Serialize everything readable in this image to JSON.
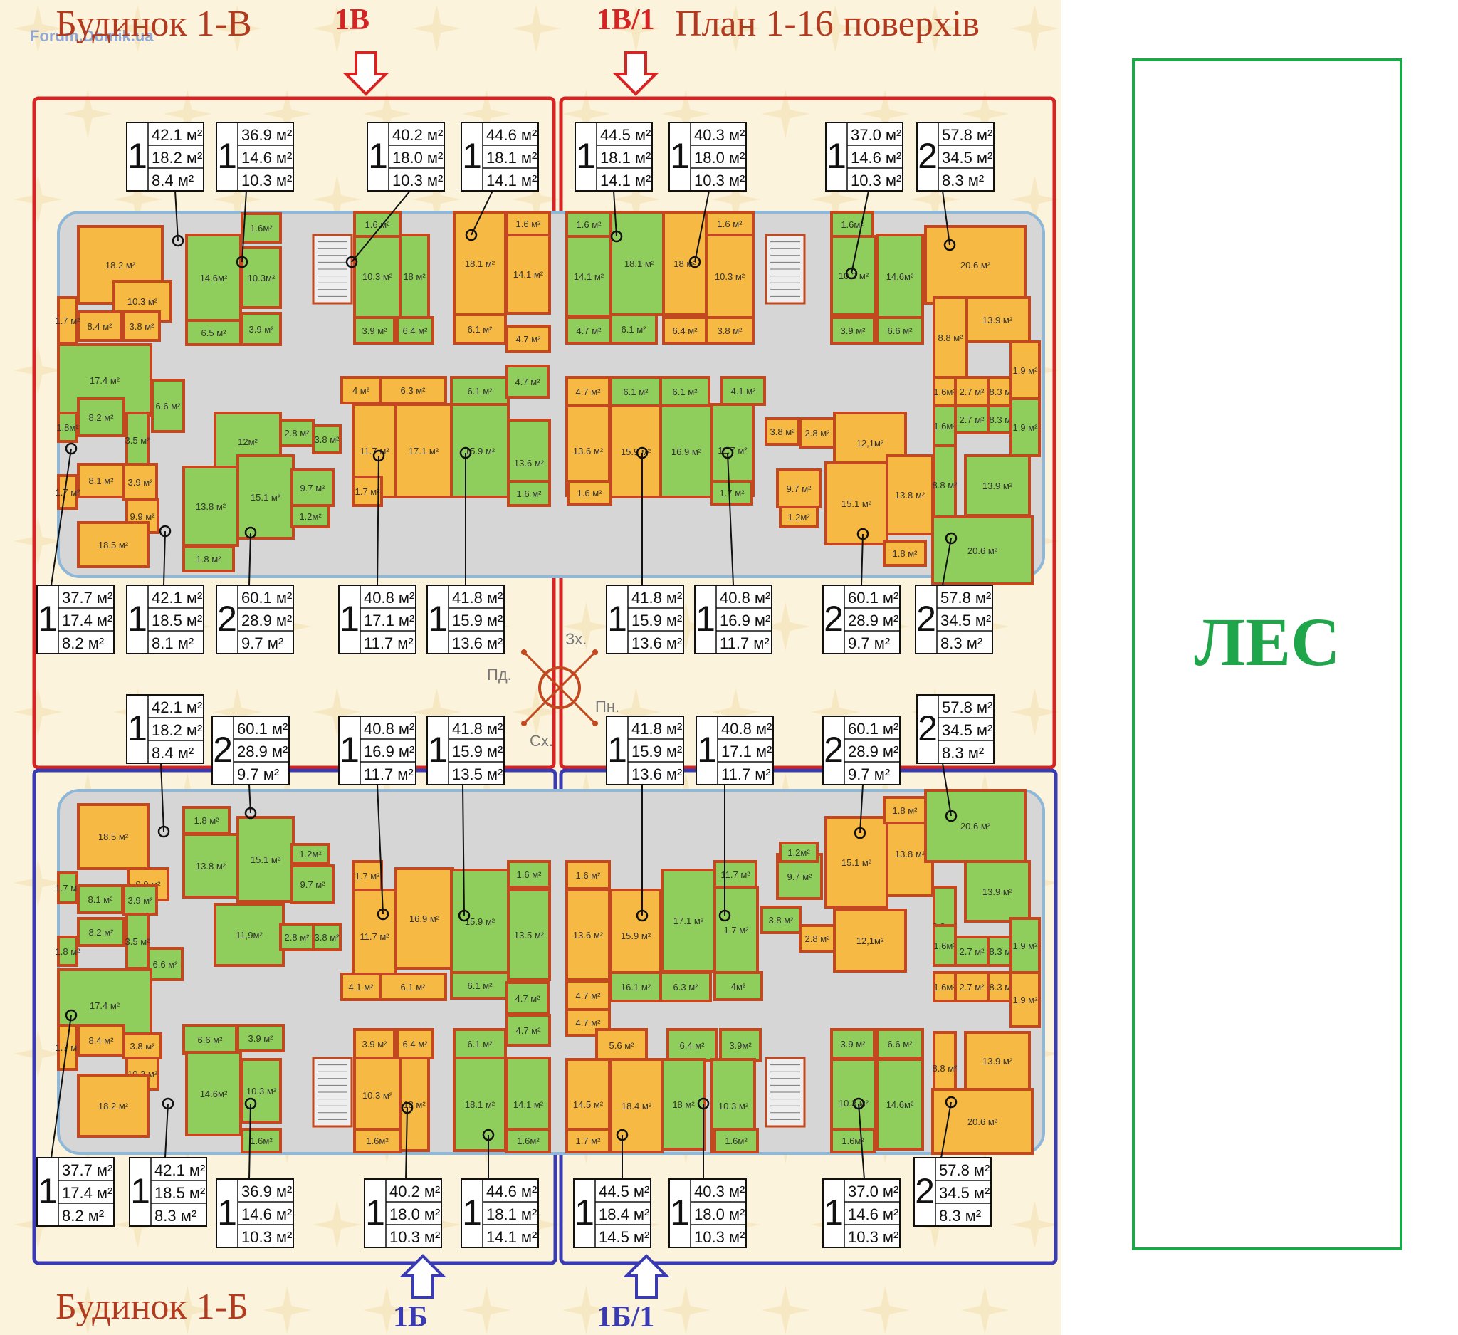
{
  "titles": {
    "building_v": "Будинок 1-В",
    "building_b": "Будинок 1-Б",
    "plan": "План 1-16 поверхів",
    "sec_1v": "1В",
    "sec_1v1": "1В/1",
    "sec_1b": "1Б",
    "sec_1b1": "1Б/1",
    "watermark": "Forum.Domik.ua"
  },
  "forest_label": "ЛЕС",
  "compass": {
    "north": "Пн.",
    "south": "Пд.",
    "east": "Сх.",
    "west": "Зх."
  },
  "colors": {
    "one_room": "#f6b943",
    "two_room": "#8fce5c",
    "wall": "#c1481f",
    "corridor": "#d6d6d6",
    "building_v_frame": "#d42424",
    "building_b_frame": "#3a3bb0",
    "forest": "#1fa64a",
    "title": "#b23a1f"
  },
  "apartments": [
    {
      "rooms": "1",
      "total": "42.1 м²",
      "living": "18.2 м²",
      "kitchen": "8.4 м²"
    },
    {
      "rooms": "1",
      "total": "36.9 м²",
      "living": "14.6 м²",
      "kitchen": "10.3 м²"
    },
    {
      "rooms": "1",
      "total": "40.2 м²",
      "living": "18.0 м²",
      "kitchen": "10.3 м²"
    },
    {
      "rooms": "1",
      "total": "44.6 м²",
      "living": "18.1 м²",
      "kitchen": "14.1 м²"
    },
    {
      "rooms": "1",
      "total": "44.5 м²",
      "living": "18.1 м²",
      "kitchen": "14.1 м²"
    },
    {
      "rooms": "1",
      "total": "40.3 м²",
      "living": "18.0 м²",
      "kitchen": "10.3 м²"
    },
    {
      "rooms": "1",
      "total": "37.0 м²",
      "living": "14.6 м²",
      "kitchen": "10.3 м²"
    },
    {
      "rooms": "2",
      "total": "57.8 м²",
      "living": "34.5 м²",
      "kitchen": "8.3 м²"
    },
    {
      "rooms": "1",
      "total": "37.7 м²",
      "living": "17.4 м²",
      "kitchen": "8.2 м²"
    },
    {
      "rooms": "1",
      "total": "42.1 м²",
      "living": "18.5 м²",
      "kitchen": "8.1 м²"
    },
    {
      "rooms": "2",
      "total": "60.1 м²",
      "living": "28.9 м²",
      "kitchen": "9.7 м²"
    },
    {
      "rooms": "1",
      "total": "40.8 м²",
      "living": "17.1 м²",
      "kitchen": "11.7 м²"
    },
    {
      "rooms": "1",
      "total": "41.8 м²",
      "living": "15.9 м²",
      "kitchen": "13.6 м²"
    },
    {
      "rooms": "1",
      "total": "41.8 м²",
      "living": "15.9 м²",
      "kitchen": "13.6 м²"
    },
    {
      "rooms": "1",
      "total": "40.8 м²",
      "living": "16.9 м²",
      "kitchen": "11.7 м²"
    },
    {
      "rooms": "2",
      "total": "60.1 м²",
      "living": "28.9 м²",
      "kitchen": "9.7 м²"
    },
    {
      "rooms": "2",
      "total": "57.8 м²",
      "living": "34.5 м²",
      "kitchen": "8.3 м²"
    },
    {
      "rooms": "1",
      "total": "42.1 м²",
      "living": "18.2 м²",
      "kitchen": "8.4 м²"
    },
    {
      "rooms": "2",
      "total": "60.1 м²",
      "living": "28.9 м²",
      "kitchen": "9.7 м²"
    },
    {
      "rooms": "1",
      "total": "40.8 м²",
      "living": "16.9 м²",
      "kitchen": "11.7 м²"
    },
    {
      "rooms": "1",
      "total": "41.8 м²",
      "living": "15.9 м²",
      "kitchen": "13.5 м²"
    },
    {
      "rooms": "1",
      "total": "41.8 м²",
      "living": "15.9 м²",
      "kitchen": "13.6 м²"
    },
    {
      "rooms": "1",
      "total": "40.8 м²",
      "living": "17.1 м²",
      "kitchen": "11.7 м²"
    },
    {
      "rooms": "2",
      "total": "60.1 м²",
      "living": "28.9 м²",
      "kitchen": "9.7 м²"
    },
    {
      "rooms": "2",
      "total": "57.8 м²",
      "living": "34.5 м²",
      "kitchen": "8.3 м²"
    },
    {
      "rooms": "1",
      "total": "37.7 м²",
      "living": "17.4 м²",
      "kitchen": "8.2 м²"
    },
    {
      "rooms": "1",
      "total": "42.1 м²",
      "living": "18.5 м²",
      "kitchen": "8.3 м²"
    },
    {
      "rooms": "1",
      "total": "36.9 м²",
      "living": "14.6 м²",
      "kitchen": "10.3 м²"
    },
    {
      "rooms": "1",
      "total": "40.2 м²",
      "living": "18.0 м²",
      "kitchen": "10.3 м²"
    },
    {
      "rooms": "1",
      "total": "44.6 м²",
      "living": "18.1 м²",
      "kitchen": "14.1 м²"
    },
    {
      "rooms": "1",
      "total": "44.5 м²",
      "living": "18.4 м²",
      "kitchen": "14.5 м²"
    },
    {
      "rooms": "1",
      "total": "40.3 м²",
      "living": "18.0 м²",
      "kitchen": "10.3 м²"
    },
    {
      "rooms": "1",
      "total": "37.0 м²",
      "living": "14.6 м²",
      "kitchen": "10.3 м²"
    },
    {
      "rooms": "2",
      "total": "57.8 м²",
      "living": "34.5 м²",
      "kitchen": "8.3 м²"
    }
  ],
  "rooms": [
    {
      "label": "18.2 м²"
    },
    {
      "label": "10.3 м²"
    },
    {
      "label": "8.4 м²"
    },
    {
      "label": "3.8 м²"
    },
    {
      "label": "1.7 м²"
    },
    {
      "label": "17.4 м²"
    },
    {
      "label": "6.6 м²"
    },
    {
      "label": "8.2 м²"
    },
    {
      "label": "1.8м²"
    },
    {
      "label": "3.5 м²"
    },
    {
      "label": "8.1 м²"
    },
    {
      "label": "3.9 м²"
    },
    {
      "label": "1.7 м²"
    },
    {
      "label": "9.9 м²"
    },
    {
      "label": "18.5 м²"
    },
    {
      "label": "14.6м²"
    },
    {
      "label": "10.3м²"
    },
    {
      "label": "1.6м²"
    },
    {
      "label": "6.5 м²"
    },
    {
      "label": "3.9 м²"
    },
    {
      "label": "10.3 м²"
    },
    {
      "label": "18 м²"
    },
    {
      "label": "1.6 м²"
    },
    {
      "label": "3.9 м²"
    },
    {
      "label": "6.4 м²"
    },
    {
      "label": "18.1 м²"
    },
    {
      "label": "14.1 м²"
    },
    {
      "label": "1.6 м²"
    },
    {
      "label": "6.1 м²"
    },
    {
      "label": "4.7 м²"
    },
    {
      "label": "12м²"
    },
    {
      "label": "2.8 м²"
    },
    {
      "label": "3.8 м²"
    },
    {
      "label": "13.8 м²"
    },
    {
      "label": "15.1 м²"
    },
    {
      "label": "9.7 м²"
    },
    {
      "label": "1.2м²"
    },
    {
      "label": "1.8 м²"
    },
    {
      "label": "4 м²"
    },
    {
      "label": "6.3 м²"
    },
    {
      "label": "11.7 м²"
    },
    {
      "label": "17.1 м²"
    },
    {
      "label": "1.7 м²"
    },
    {
      "label": "6.1 м²"
    },
    {
      "label": "4.7 м²"
    },
    {
      "label": "15.9 м²"
    },
    {
      "label": "13.6 м²"
    },
    {
      "label": "1.6 м²"
    },
    {
      "label": "1.6 м²"
    },
    {
      "label": "14.1 м²"
    },
    {
      "label": "18.1 м²"
    },
    {
      "label": "4.7 м²"
    },
    {
      "label": "6.1 м²"
    },
    {
      "label": "18 м²"
    },
    {
      "label": "10.3 м²"
    },
    {
      "label": "1.6 м²"
    },
    {
      "label": "6.4 м²"
    },
    {
      "label": "3.8 м²"
    },
    {
      "label": "1.6м²"
    },
    {
      "label": "10.3 м²"
    },
    {
      "label": "14.6м²"
    },
    {
      "label": "3.9 м²"
    },
    {
      "label": "6.6 м²"
    },
    {
      "label": "20.6 м²"
    },
    {
      "label": "13.9 м²"
    },
    {
      "label": "8.8 м²"
    },
    {
      "label": "1.6м²"
    },
    {
      "label": "2.7 м²"
    },
    {
      "label": "8.3 м²"
    },
    {
      "label": "1.9 м²"
    },
    {
      "label": "4.7 м²"
    },
    {
      "label": "6.1 м²"
    },
    {
      "label": "6.1 м²"
    },
    {
      "label": "4.1 м²"
    },
    {
      "label": "13.6 м²"
    },
    {
      "label": "1.6 м²"
    },
    {
      "label": "15.9 м²"
    },
    {
      "label": "16.9 м²"
    },
    {
      "label": "11.7 м²"
    },
    {
      "label": "1.7 м²"
    },
    {
      "label": "3.8 м²"
    },
    {
      "label": "2.8 м²"
    },
    {
      "label": "12,1м²"
    },
    {
      "label": "9.7 м²"
    },
    {
      "label": "1.2м²"
    },
    {
      "label": "15.1 м²"
    },
    {
      "label": "13.8 м²"
    },
    {
      "label": "1.8 м²"
    },
    {
      "label": "1.6м²"
    },
    {
      "label": "2.7 м²"
    },
    {
      "label": "8.3 м²"
    },
    {
      "label": "1.9 м²"
    },
    {
      "label": "8.8 м²"
    },
    {
      "label": "13.9 м²"
    },
    {
      "label": "20.6 м²"
    },
    {
      "label": "18.5 м²"
    },
    {
      "label": "9.9 м²"
    },
    {
      "label": "1.7 м²"
    },
    {
      "label": "8.1 м²"
    },
    {
      "label": "3.9 м²"
    },
    {
      "label": "8.2 м²"
    },
    {
      "label": "3.5 м²"
    },
    {
      "label": "1.8 м²"
    },
    {
      "label": "6.6 м²"
    },
    {
      "label": "17.4 м²"
    },
    {
      "label": "1.7 м²"
    },
    {
      "label": "8.4 м²"
    },
    {
      "label": "3.8 м²"
    },
    {
      "label": "10.3 м²"
    },
    {
      "label": "18.2 м²"
    },
    {
      "label": "1.8 м²"
    },
    {
      "label": "13.8 м²"
    },
    {
      "label": "15.1 м²"
    },
    {
      "label": "1.2м²"
    },
    {
      "label": "9.7 м²"
    },
    {
      "label": "11,9м²"
    },
    {
      "label": "2.8 м²"
    },
    {
      "label": "3.8 м²"
    },
    {
      "label": "1.7 м²"
    },
    {
      "label": "11.7 м²"
    },
    {
      "label": "16.9 м²"
    },
    {
      "label": "15.9 м²"
    },
    {
      "label": "1.6 м²"
    },
    {
      "label": "13.5 м²"
    },
    {
      "label": "4.1 м²"
    },
    {
      "label": "6.1 м²"
    },
    {
      "label": "6.1 м²"
    },
    {
      "label": "4.7 м²"
    },
    {
      "label": "6.6 м²"
    },
    {
      "label": "3.9 м²"
    },
    {
      "label": "14.6м²"
    },
    {
      "label": "10.3 м²"
    },
    {
      "label": "1.6м²"
    },
    {
      "label": "3.9 м²"
    },
    {
      "label": "6.4 м²"
    },
    {
      "label": "10.3 м²"
    },
    {
      "label": "18 м²"
    },
    {
      "label": "1.6м²"
    },
    {
      "label": "6.1 м²"
    },
    {
      "label": "4.7 м²"
    },
    {
      "label": "18.1 м²"
    },
    {
      "label": "14.1 м²"
    },
    {
      "label": "1.6м²"
    },
    {
      "label": "1.6 м²"
    },
    {
      "label": "13.6 м²"
    },
    {
      "label": "15.9 м²"
    },
    {
      "label": "17.1 м²"
    },
    {
      "label": "11.7 м²"
    },
    {
      "label": "1.7 м²"
    },
    {
      "label": "4.7 м²"
    },
    {
      "label": "16.1 м²"
    },
    {
      "label": "6.3 м²"
    },
    {
      "label": "4м²"
    },
    {
      "label": "3.8 м²"
    },
    {
      "label": "2.8 м²"
    },
    {
      "label": "9.7 м²"
    },
    {
      "label": "1.2м²"
    },
    {
      "label": "12,1м²"
    },
    {
      "label": "15.1 м²"
    },
    {
      "label": "13.8 м²"
    },
    {
      "label": "1.8 м²"
    },
    {
      "label": "20.6 м²"
    },
    {
      "label": "13.9 м²"
    },
    {
      "label": "8.8 м²"
    },
    {
      "label": "1.6м²"
    },
    {
      "label": "2.7 м²"
    },
    {
      "label": "8.3 м²"
    },
    {
      "label": "1.9 м²"
    },
    {
      "label": "1.6м²"
    },
    {
      "label": "2.7 м²"
    },
    {
      "label": "8.3 м²"
    },
    {
      "label": "1.9 м²"
    },
    {
      "label": "4.7 м²"
    },
    {
      "label": "5.6 м²"
    },
    {
      "label": "6.4 м²"
    },
    {
      "label": "3.9м²"
    },
    {
      "label": "3.9 м²"
    },
    {
      "label": "6.6 м²"
    },
    {
      "label": "14.5 м²"
    },
    {
      "label": "18.4 м²"
    },
    {
      "label": "18 м²"
    },
    {
      "label": "10.3 м²"
    },
    {
      "label": "10.3 м²"
    },
    {
      "label": "14.6м²"
    },
    {
      "label": "1.7 м²"
    },
    {
      "label": "1.6м²"
    },
    {
      "label": "1.6м²"
    },
    {
      "label": "8.8 м²"
    },
    {
      "label": "13.9 м²"
    },
    {
      "label": "20.6 м²"
    }
  ]
}
